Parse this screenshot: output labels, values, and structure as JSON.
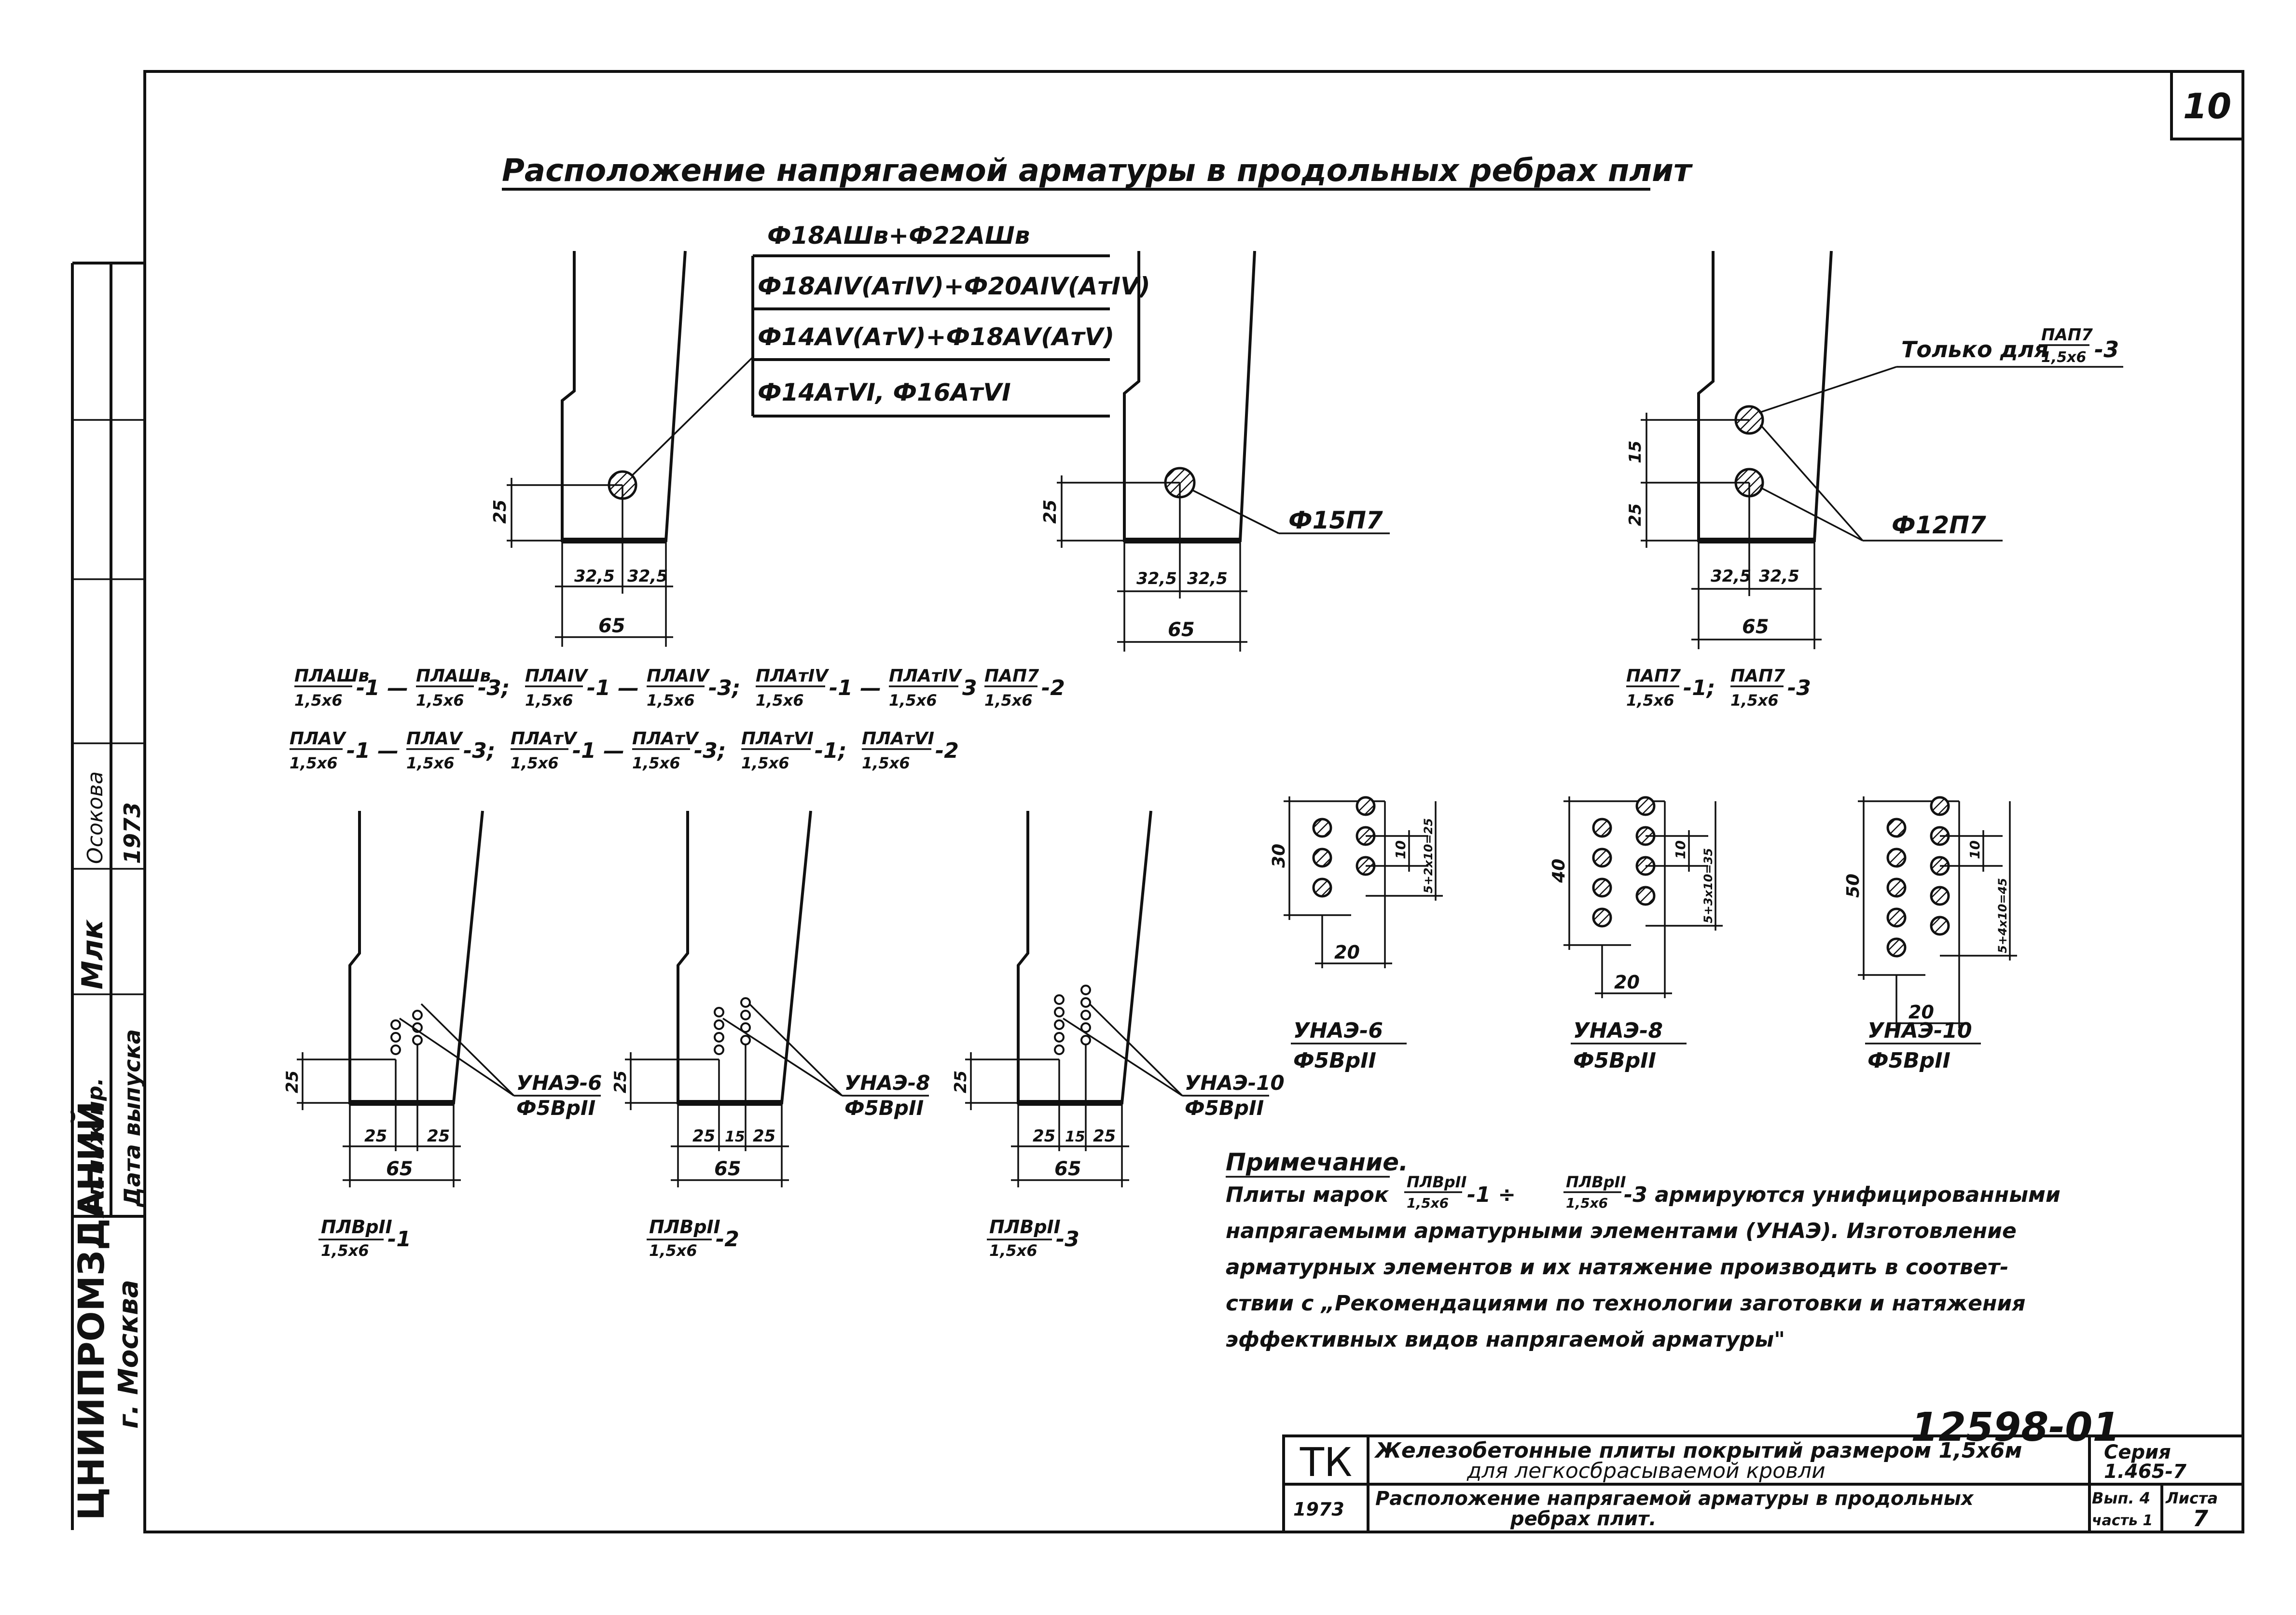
{
  "sheet_number": "10",
  "title": "Расположение напрягаемой арматуры в продольных ребрах плит",
  "rebar_table": [
    "Ф18АШв+Ф22АШв",
    "Ф18АIV(АтIV)+Ф20АIV(АтIV)",
    "Ф14АV(АтV)+Ф18АV(АтV)",
    "Ф14АтVI, Ф16АтVI"
  ],
  "section1": {
    "dim_25": "25",
    "dim_a": "32,5",
    "dim_b": "32,5",
    "width": "65"
  },
  "section2": {
    "dim_25": "25",
    "dim_a": "32,5",
    "dim_b": "32,5",
    "width": "65",
    "label": "Ф15П7"
  },
  "section3": {
    "note_prefix": "Только для",
    "note_num": "ПАП7",
    "note_den": "1,5х6",
    "note_suffix": "-3",
    "dim_15": "15",
    "dim_25": "25",
    "dim_a": "32,5",
    "dim_b": "32,5",
    "width": "65",
    "label": "Ф12П7"
  },
  "marks_row1": [
    {
      "num": "ПЛАШв",
      "den": "1,5х6",
      "suf": "-1 —"
    },
    {
      "num": "ПЛАШв",
      "den": "1,5х6",
      "suf": "-3;"
    },
    {
      "num": "ПЛАIV",
      "den": "1,5х6",
      "suf": "-1 —"
    },
    {
      "num": "ПЛАIV",
      "den": "1,5х6",
      "suf": "-3;"
    },
    {
      "num": "ПЛАтIV",
      "den": "1,5х6",
      "suf": "-1 —"
    },
    {
      "num": "ПЛАтIV",
      "den": "1,5х6",
      "suf": "3"
    },
    {
      "num": "ПАП7",
      "den": "1,5х6",
      "suf": "-2"
    }
  ],
  "marks_row2": [
    {
      "num": "ПЛАV",
      "den": "1,5х6",
      "suf": "-1 —"
    },
    {
      "num": "ПЛАV",
      "den": "1,5х6",
      "suf": "-3;"
    },
    {
      "num": "ПЛАтV",
      "den": "1,5х6",
      "suf": "-1 —"
    },
    {
      "num": "ПЛАтV",
      "den": "1,5х6",
      "suf": "-3;"
    },
    {
      "num": "ПЛАтVI",
      "den": "1,5х6",
      "suf": "-1;"
    },
    {
      "num": "ПЛАтVI",
      "den": "1,5х6",
      "suf": "-2"
    }
  ],
  "marks_pap": [
    {
      "num": "ПАП7",
      "den": "1,5х6",
      "suf": "-1;"
    },
    {
      "num": "ПАП7",
      "den": "1,5х6",
      "suf": "-3"
    }
  ],
  "lower_sections": [
    {
      "unit": "УНАЭ-6",
      "bar": "Ф5ВрII",
      "d1": "25",
      "d2": "25",
      "d3": "",
      "width": "65",
      "num": "ПЛВрII",
      "den": "1,5х6",
      "suf": "-1",
      "h": "25"
    },
    {
      "unit": "УНАЭ-8",
      "bar": "Ф5ВрII",
      "d1": "25",
      "d2": "15",
      "d3": "25",
      "width": "65",
      "num": "ПЛВрII",
      "den": "1,5х6",
      "suf": "-2",
      "h": "25"
    },
    {
      "unit": "УНАЭ-10",
      "bar": "Ф5ВрII",
      "d1": "25",
      "d2": "15",
      "d3": "25",
      "width": "65",
      "num": "ПЛВрII",
      "den": "1,5х6",
      "suf": "-3",
      "h": "25"
    }
  ],
  "elements": [
    {
      "name": "УНАЭ-6",
      "bar": "Ф5ВрII",
      "height": "30",
      "width": "20",
      "pitch": "10",
      "spec": "5+2х10=25"
    },
    {
      "name": "УНАЭ-8",
      "bar": "Ф5ВрII",
      "height": "40",
      "width": "20",
      "pitch": "10",
      "spec": "5+3х10=35"
    },
    {
      "name": "УНАЭ-10",
      "bar": "Ф5ВрII",
      "height": "50",
      "width": "20",
      "pitch": "10",
      "spec": "5+4х10=45"
    }
  ],
  "note": {
    "heading": "Примечание.",
    "line1_pre": "Плиты марок",
    "line1_a_num": "ПЛВрII",
    "line1_a_den": "1,5х6",
    "line1_mid": "-1 ÷",
    "line1_b_num": "ПЛВрII",
    "line1_b_den": "1,5х6",
    "line1_post": "-3 армируются унифицированными",
    "line2": "напрягаемыми арматурными элементами (УНАЭ). Изготовление",
    "line3": "арматурных элементов и их натяжение производить в соответ-",
    "line4": "ствии с „Рекомендациями по технологии заготовки и натяжения",
    "line5": "эффективных видов напрягаемой арматуры\""
  },
  "doc_number": "12598-01",
  "stamp": {
    "tk": "ТК",
    "title1": "Железобетонные плиты покрытий размером 1,5х6м",
    "title2": "для легкосбрасываемой кровли",
    "series_label": "Серия",
    "series": "1.465-7",
    "year": "1973",
    "sheet_title1": "Расположение напрягаемой арматуры в продольных",
    "sheet_title2": "ребрах плит.",
    "vyp": "Вып. 4",
    "chast": "часть 1",
    "list_label": "Листа",
    "list": "7"
  },
  "side_block": {
    "org": "ЦНИИПРОМЗДАНИЙ",
    "city": "г. Москва",
    "role": "Гл.инж.пр.",
    "sign": "Млк",
    "name": "Осокова",
    "date_label": "Дата выпуска",
    "year": "1973"
  }
}
